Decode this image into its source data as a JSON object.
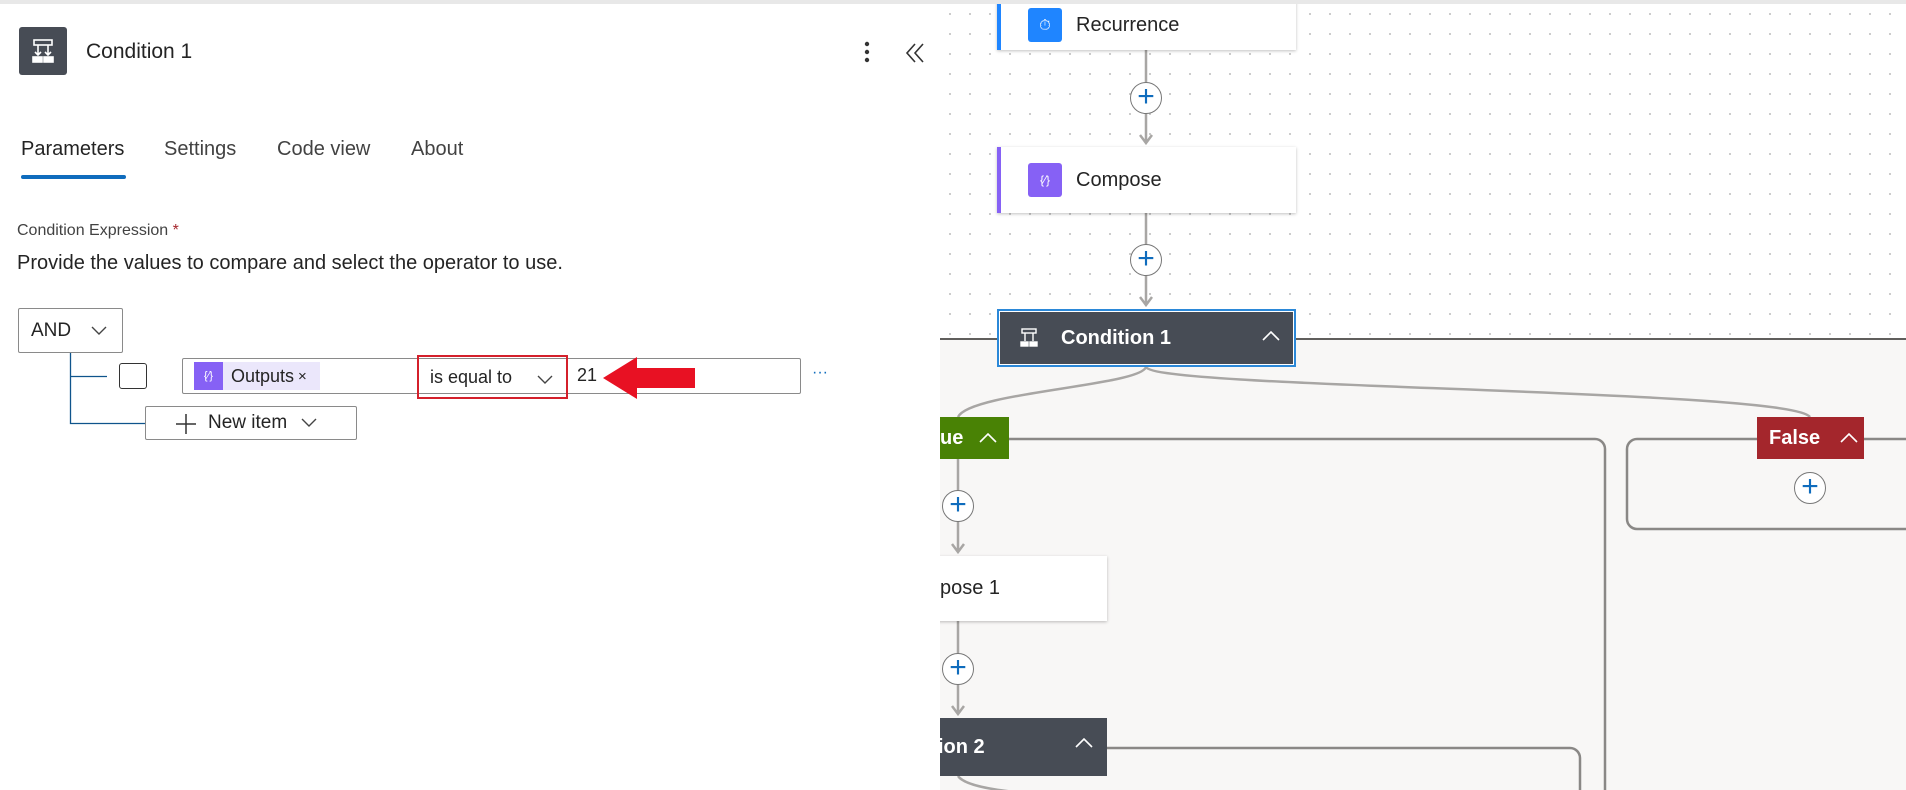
{
  "panel": {
    "title": "Condition 1",
    "more_icon": "more-vertical-icon",
    "collapse_icon": "double-chevron-left-icon",
    "tabs": [
      {
        "label": "Parameters",
        "active": true
      },
      {
        "label": "Settings"
      },
      {
        "label": "Code view"
      },
      {
        "label": "About"
      }
    ],
    "field_label": "Condition Expression",
    "required_mark": "*",
    "description": "Provide the values to compare and select the operator to use.",
    "group_operator": "AND",
    "row": {
      "token": "Outputs",
      "token_remove": "×",
      "operator": "is equal to",
      "value": "21",
      "more": "···"
    },
    "new_item_label": "New item"
  },
  "canvas": {
    "nodes": {
      "recurrence": "Recurrence",
      "compose": "Compose",
      "condition1": "Condition 1",
      "compose1": "pose 1",
      "condition2": "ion 2"
    },
    "branches": {
      "true": "ue",
      "false": "False"
    },
    "colors": {
      "accent": "#0f6cbd",
      "true": "#498205",
      "false": "#a4262c",
      "dark_node": "#474c55",
      "annotation": "#e81123"
    }
  }
}
